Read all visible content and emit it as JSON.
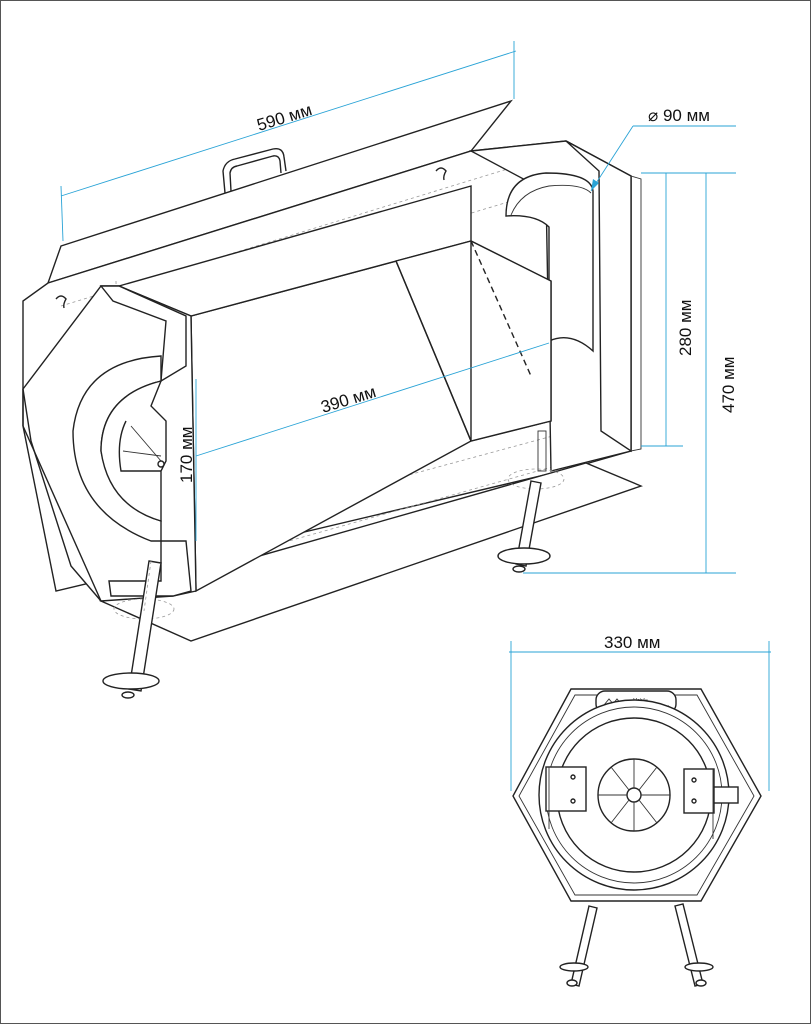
{
  "dimensions": {
    "length_total": "590 мм",
    "pipe_diameter": "⌀ 90 мм",
    "chamber_height": "280 мм",
    "total_height": "470 мм",
    "chamber_length": "390 мм",
    "door_height": "170 мм",
    "front_width": "330 мм"
  },
  "front_view": {
    "logo_text": "Mobile"
  }
}
